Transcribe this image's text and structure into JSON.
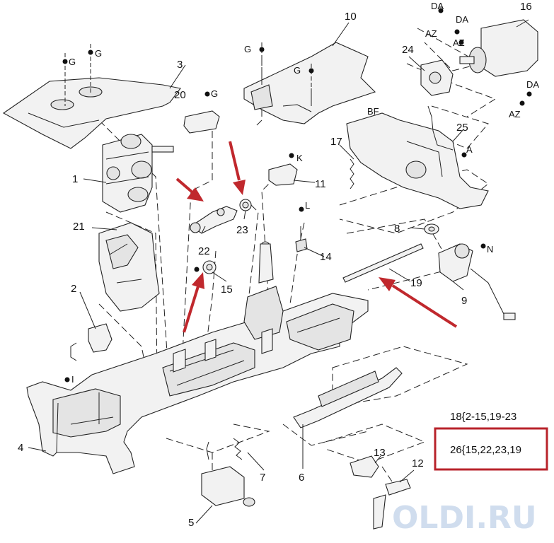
{
  "callouts": {
    "c1": "1",
    "c2": "2",
    "c3": "3",
    "c4": "4",
    "c5": "5",
    "c6": "6",
    "c7": "7",
    "c8": "8",
    "c9": "9",
    "c10": "10",
    "c11": "11",
    "c12": "12",
    "c13": "13",
    "c14": "14",
    "c15": "15",
    "c16": "16",
    "c17": "17",
    "c19": "19",
    "c20": "20",
    "c21": "21",
    "c22": "22",
    "c23": "23",
    "c24": "24",
    "c25": "25"
  },
  "screw_letters": {
    "g": "G",
    "da": "DA",
    "az": "AZ",
    "bf": "BF",
    "a": "A",
    "k": "K",
    "l": "L",
    "n": "N",
    "i": "I"
  },
  "kits": {
    "kit18": "18{2-15,19-23",
    "kit26": "26{15,22,23,19"
  },
  "watermark": "OLDI.RU",
  "colors": {
    "highlight": "#b8232b",
    "arrow": "#c0282d",
    "watermark": "#c8d8ec"
  }
}
